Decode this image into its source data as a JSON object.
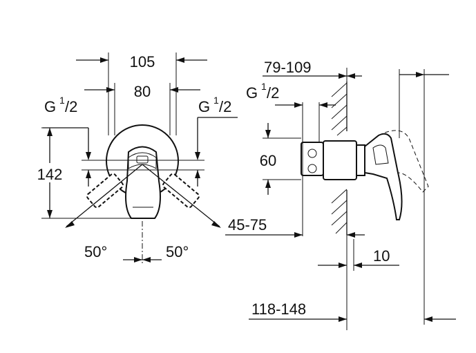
{
  "front_view": {
    "dim_width_outer": "105",
    "dim_width_inner": "80",
    "dim_height": "142",
    "thread_left": {
      "base": "G",
      "sup": "1",
      "sub": "/2"
    },
    "thread_right": {
      "base": "G",
      "sup": "1",
      "sub": "/2"
    },
    "angle_left": "50°",
    "angle_right": "50°"
  },
  "side_view": {
    "dim_depth_top": "79-109",
    "thread": {
      "base": "G",
      "sup": "1",
      "sub": "/2"
    },
    "dim_height": "60",
    "dim_depth_mid": "45-75",
    "dim_offset": "10",
    "dim_depth_bottom": "118-148"
  }
}
